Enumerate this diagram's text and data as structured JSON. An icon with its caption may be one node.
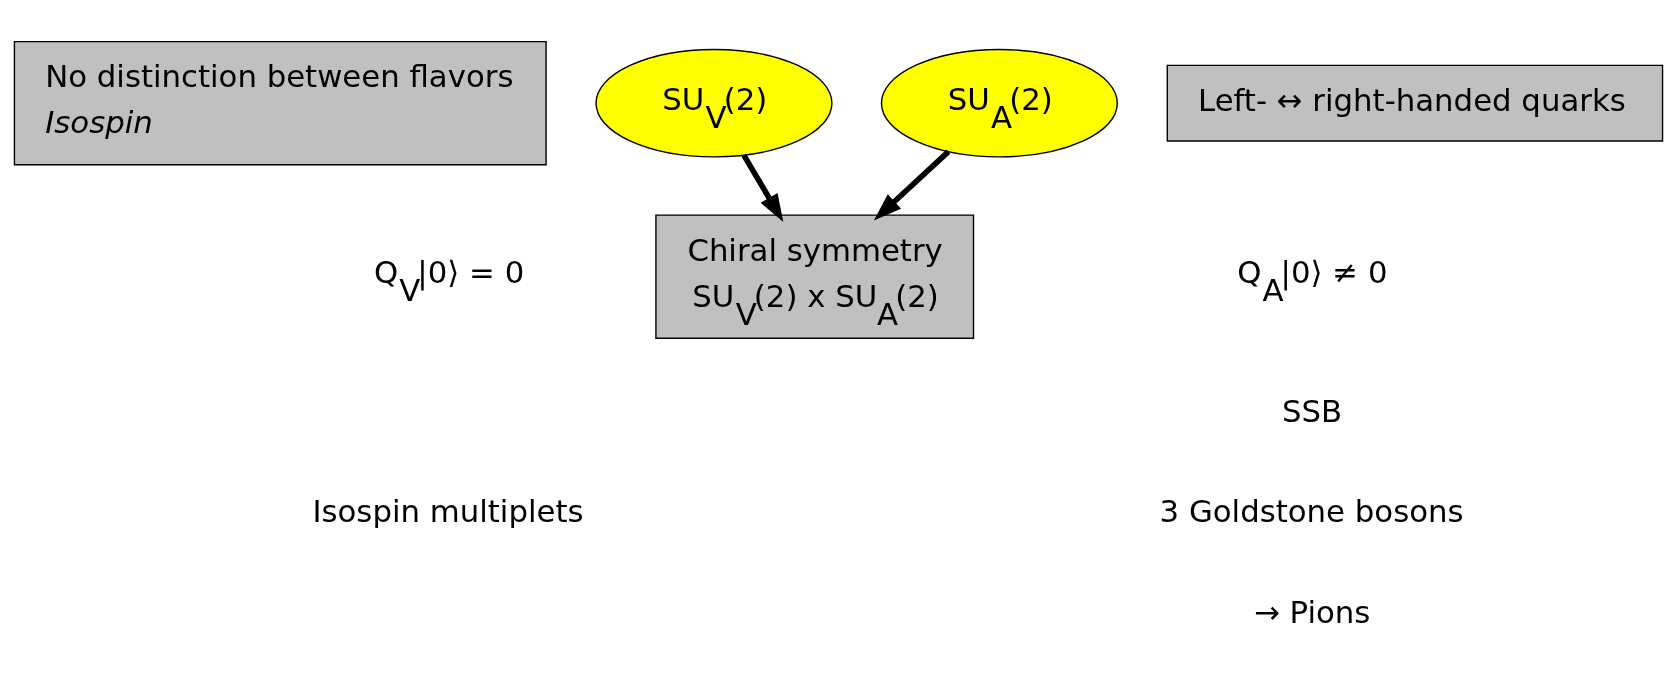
{
  "diagram": {
    "nodes": [
      {
        "text": [
          "No distinction between flavors",
          "Isospin"
        ]
      },
      {
        "text": [
          "SU$_{V}$(2)"
        ]
      },
      {
        "text": [
          "SU$_{A}$(2)"
        ]
      },
      {
        "text": [
          "Left- ↔ right-handed quarks"
        ]
      },
      {
        "text": [
          "Chiral symmetry",
          "SU$_{V}$(2) x SU$_{A}$(2)"
        ]
      }
    ],
    "edges": [
      {
        "from": 1,
        "to": 4,
        "arrow": "to"
      },
      {
        "from": 2,
        "to": 4,
        "arrow": "to"
      }
    ],
    "labels": [
      "Q$_{V}$|0⟩ = 0",
      "Q$_{A}$|0⟩ ≠ 0",
      "SSB",
      "Isospin multiplets",
      "3 Goldstone bosons",
      "→ Pions"
    ]
  }
}
